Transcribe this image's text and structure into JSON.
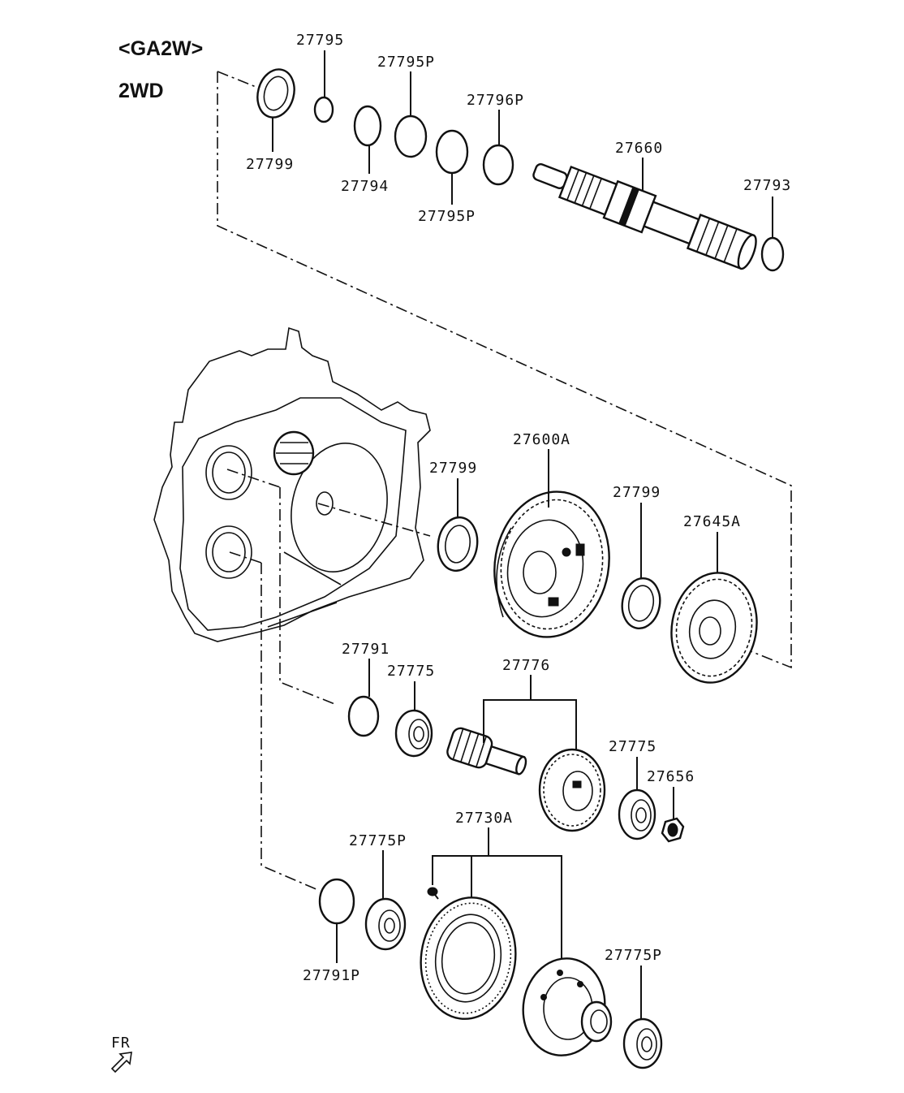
{
  "header": {
    "model": "<GA2W>",
    "drive": "2WD"
  },
  "labels": {
    "p1": "27795",
    "p2": "27795P",
    "p3": "27796P",
    "p4": "27799",
    "p5": "27794",
    "p6": "27795P",
    "p7": "27660",
    "p8": "27793",
    "p9": "27600A",
    "p10": "27799",
    "p11": "27799",
    "p12": "27645A",
    "p13": "27791",
    "p14": "27775",
    "p15": "27776",
    "p16": "27775",
    "p17": "27656",
    "p18": "27730A",
    "p19": "27775P",
    "p20": "27791P",
    "p21": "27775P"
  },
  "direction": {
    "label": "FR"
  }
}
